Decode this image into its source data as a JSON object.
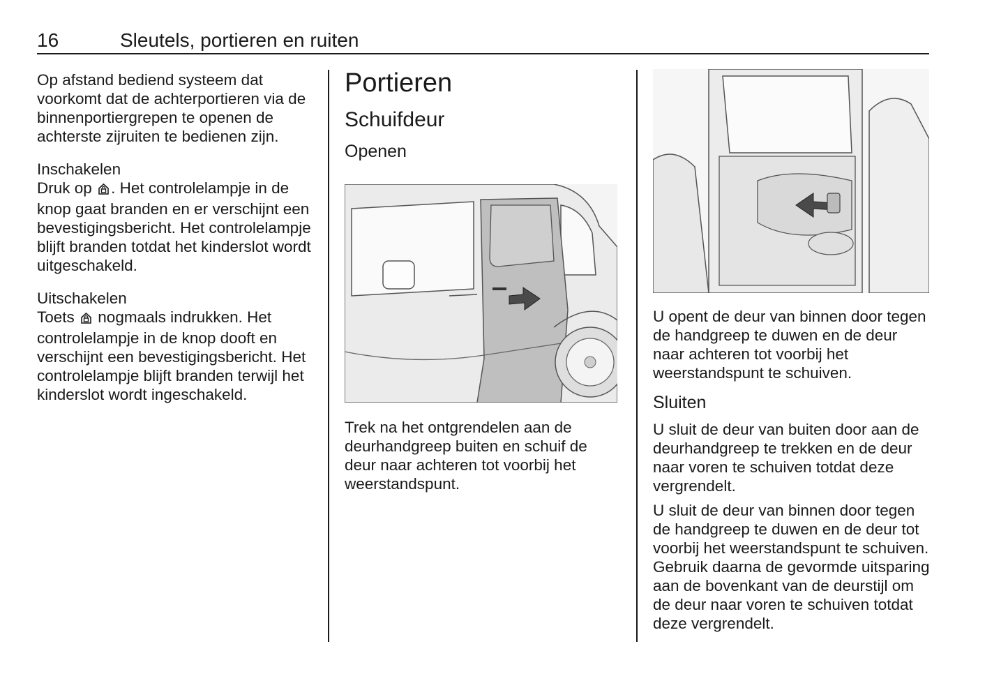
{
  "header": {
    "page_number": "16",
    "title": "Sleutels, portieren en ruiten"
  },
  "col1": {
    "intro": "Op afstand bediend systeem dat voorkomt dat de achterportieren via de binnenportiergrepen te openen de achterste zijruiten te bedienen zijn.",
    "enable_heading": "Inschakelen",
    "enable_pre": "Druk op",
    "enable_post": ". Het controlelampje in de knop gaat branden en er verschijnt een bevestigingsbericht. Het controlelampje blijft branden totdat het kinderslot wordt uitgeschakeld.",
    "disable_heading": "Uitschakelen",
    "disable_pre": "Toets",
    "disable_post": " nogmaals indrukken. Het controlelampje in de knop dooft en verschijnt een bevestigingsbericht. Het controlelampje blijft branden terwijl het kinderslot wordt ingeschakeld.",
    "lock_icon": "child-lock-icon"
  },
  "col2": {
    "h1": "Portieren",
    "h2": "Schuifdeur",
    "h3": "Openen",
    "figure_caption": "Trek na het ontgrendelen aan de deurhandgreep buiten en schuif de deur naar achteren tot voorbij het weerstandspunt."
  },
  "col3": {
    "para_open_inside": "U opent de deur van binnen door tegen de handgreep te duwen en de deur naar achteren tot voorbij het weerstandspunt te schuiven.",
    "h3_close": "Sluiten",
    "para_close_outside": "U sluit de deur van buiten door aan de deurhandgreep te trekken en de deur naar voren te schuiven totdat deze vergrendelt.",
    "para_close_inside": "U sluit de deur van binnen door tegen de handgreep te duwen en de deur tot voorbij het weerstandspunt te schuiven. Gebruik daarna de gevormde uitsparing aan de bovenkant van de deurstijl om de deur naar voren te schuiven totdat deze vergrendelt."
  },
  "colors": {
    "text": "#1a1a1a",
    "door_highlight": "#bfbfbf",
    "arrow": "#4a4a4a"
  }
}
